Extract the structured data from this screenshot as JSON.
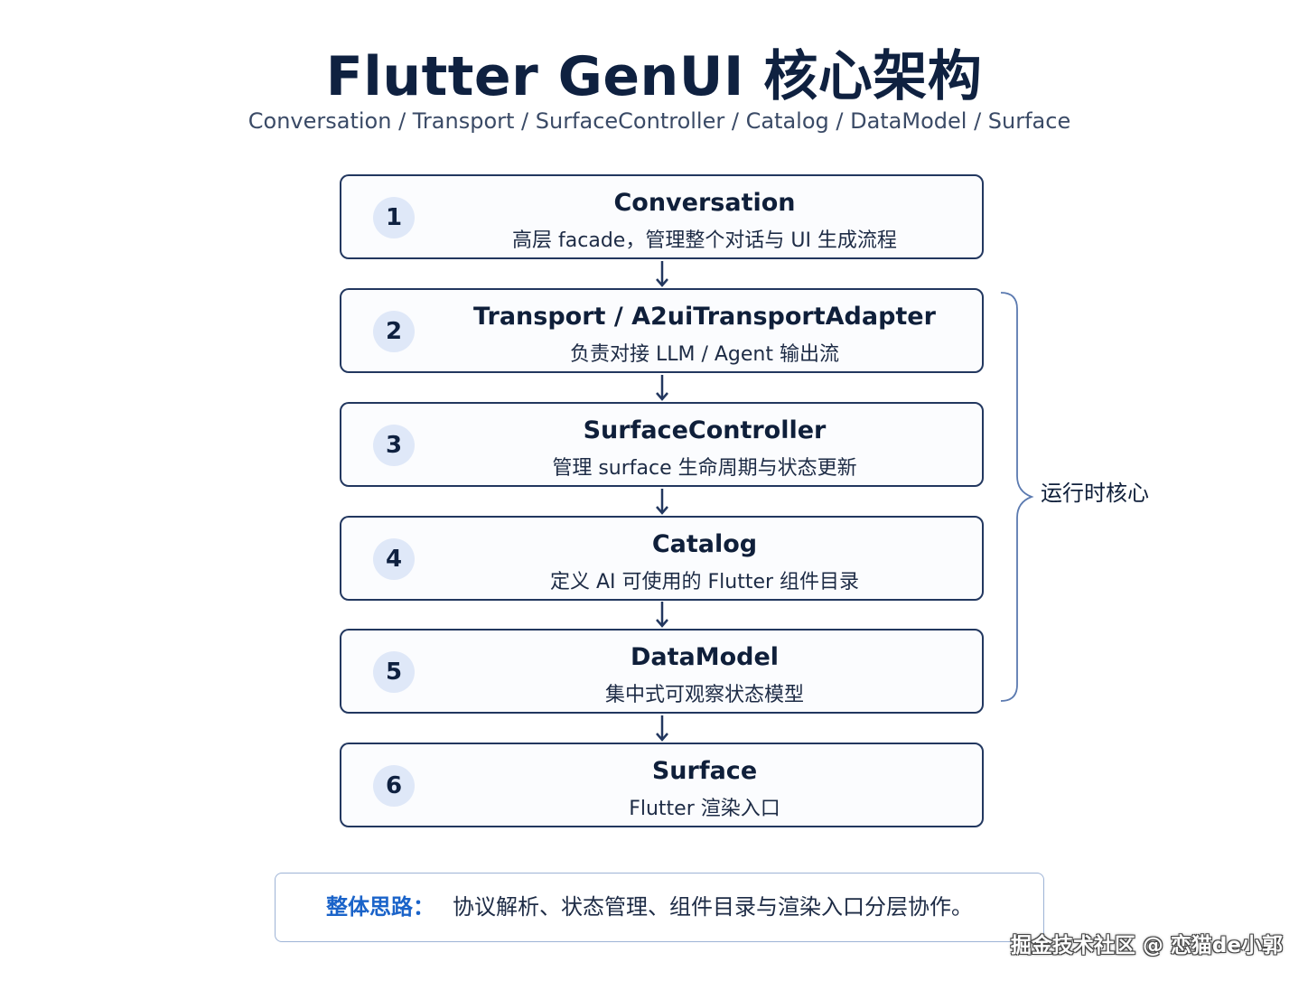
{
  "title": "Flutter GenUI 核心架构",
  "subtitle": "Conversation / Transport / SurfaceController / Catalog / DataModel / Surface",
  "layers": [
    {
      "number": "1",
      "name": "Conversation",
      "desc": "高层 facade，管理整个对话与 UI 生成流程"
    },
    {
      "number": "2",
      "name": "Transport / A2uiTransportAdapter",
      "desc": "负责对接 LLM / Agent 输出流"
    },
    {
      "number": "3",
      "name": "SurfaceController",
      "desc": "管理 surface 生命周期与状态更新"
    },
    {
      "number": "4",
      "name": "Catalog",
      "desc": "定义 AI 可使用的 Flutter 组件目录"
    },
    {
      "number": "5",
      "name": "DataModel",
      "desc": "集中式可观察状态模型"
    },
    {
      "number": "6",
      "name": "Surface",
      "desc": "Flutter 渲染入口"
    }
  ],
  "bracket": {
    "label": "运行时核心"
  },
  "summary": {
    "label": "整体思路：",
    "text": "协议解析、状态管理、组件目录与渲染入口分层协作。"
  },
  "watermark": "掘金技术社区 @ 恋猫de小郭",
  "colors": {
    "border": "#22375f",
    "badge_bg": "#dfe8f8",
    "accent": "#1a63c9",
    "summary_border": "#9db3d6"
  }
}
